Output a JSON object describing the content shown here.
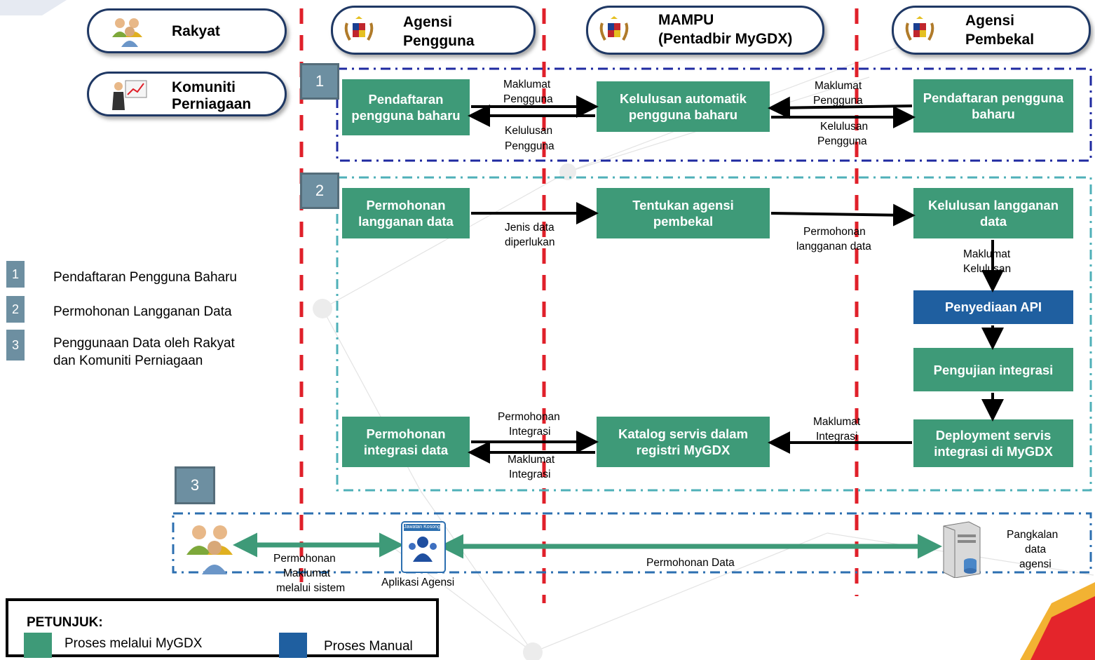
{
  "actors": {
    "rakyat": "Rakyat",
    "komuniti_line1": "Komuniti",
    "komuniti_line2": "Perniagaan",
    "agensi_pengguna_line1": "Agensi",
    "agensi_pengguna_line2": "Pengguna",
    "mampu_line1": "MAMPU",
    "mampu_line2": "(Pentadbir MyGDX)",
    "agensi_pembekal_line1": "Agensi",
    "agensi_pembekal_line2": "Pembekal"
  },
  "sections": {
    "s1": "1",
    "s2": "2",
    "s3": "3"
  },
  "process": {
    "p1_pendaftaran_pengguna": "Pendaftaran pengguna baharu",
    "p1_kelulusan_automatik": "Kelulusan automatik pengguna baharu",
    "p1_pendaftaran_pembekal": "Pendaftaran pengguna baharu",
    "p2_permohonan_langganan": "Permohonan langganan data",
    "p2_tentukan_agensi": "Tentukan agensi pembekal",
    "p2_kelulusan_langganan": "Kelulusan langganan data",
    "p2_penyediaan_api": "Penyediaan API",
    "p2_pengujian_integrasi": "Pengujian integrasi",
    "p2_deployment": "Deployment servis integrasi di MyGDX",
    "p2_katalog": "Katalog servis dalam registri MyGDX",
    "p2_permohonan_integrasi": "Permohonan integrasi data"
  },
  "arrows": {
    "a1_l1": "Maklumat",
    "a1_l2": "Pengguna",
    "a2_l1": "Kelulusan",
    "a2_l2": "Pengguna",
    "a3_l1": "Maklumat",
    "a3_l2": "Pengguna",
    "a4_l1": "Kelulusan",
    "a4_l2": "Pengguna",
    "a5_l1": "Jenis data",
    "a5_l2": "diperlukan",
    "a6_l1": "Permohonan",
    "a6_l2": "langganan data",
    "a7_l1": "Maklumat",
    "a7_l2": "Kelulusan",
    "a8_l1": "Permohonan",
    "a8_l2": "Integrasi",
    "a9_l1": "Maklumat",
    "a9_l2": "Integrasi",
    "a10_l1": "Maklumat",
    "a10_l2": "Integrasi"
  },
  "section3": {
    "req_l1": "Permohonan",
    "req_l2": "Maklumat",
    "req_l3": "melalui sistem",
    "app_label": "Aplikasi Agensi",
    "app_badge": "Jawatan Kosong",
    "data_req": "Permohonan Data",
    "db_l1": "Pangkalan",
    "db_l2": "data",
    "db_l3": "agensi"
  },
  "index": {
    "i1_num": "1",
    "i1": "Pendaftaran Pengguna Baharu",
    "i2_num": "2",
    "i2": "Permohonan Langganan Data",
    "i3_num": "3",
    "i3_l1": "Penggunaan Data oleh Rakyat",
    "i3_l2": "dan Komuniti Perniagaan"
  },
  "legend": {
    "title": "PETUNJUK:",
    "mygdx": "Proses melalui MyGDX",
    "manual": "Proses Manual"
  },
  "colors": {
    "mygdx_green": "#3e9a78",
    "manual_blue": "#1f5fa0",
    "lane_red": "#e0202a",
    "badge_gray": "#6d8fa1"
  }
}
